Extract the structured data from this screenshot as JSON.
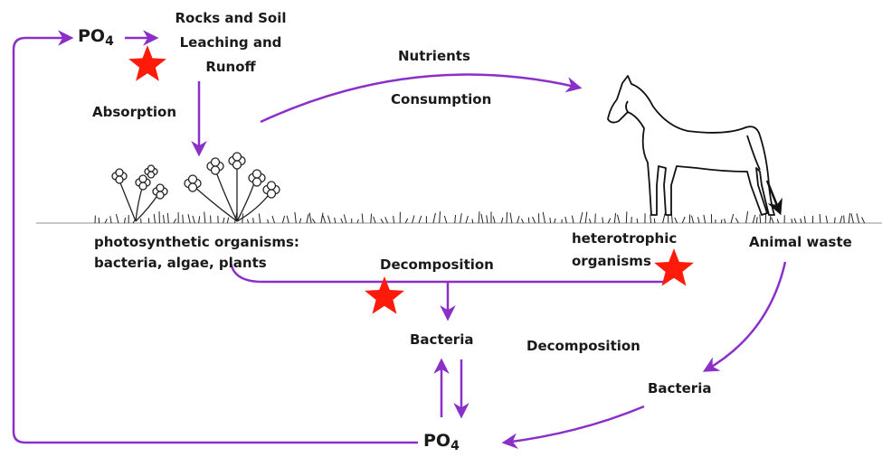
{
  "labels": {
    "po4_top": "PO",
    "po4_top_sub": "4",
    "po4_bottom": "PO",
    "po4_bottom_sub": "4",
    "rocks_soil": "Rocks and Soil",
    "leaching": "Leaching and",
    "runoff": "Runoff",
    "absorption": "Absorption",
    "nutrients": "Nutrients",
    "consumption": "Consumption",
    "photo_line1": "photosynthetic organisms:",
    "photo_line2": "bacteria, algae, plants",
    "hetero_line1": "heterotrophic",
    "hetero_line2": "organisms",
    "animal_waste": "Animal waste",
    "decomposition_mid": "Decomposition",
    "bacteria_mid": "Bacteria",
    "decomposition_right": "Decomposition",
    "bacteria_right": "Bacteria"
  },
  "colors": {
    "arrow": "#8b2fc9",
    "star": "#ff1a0a",
    "ground": "#c8c8c8",
    "ink": "#1a1a1a"
  },
  "icons": [
    "star-icon",
    "horse-icon",
    "flower-icon",
    "grass-icon"
  ]
}
